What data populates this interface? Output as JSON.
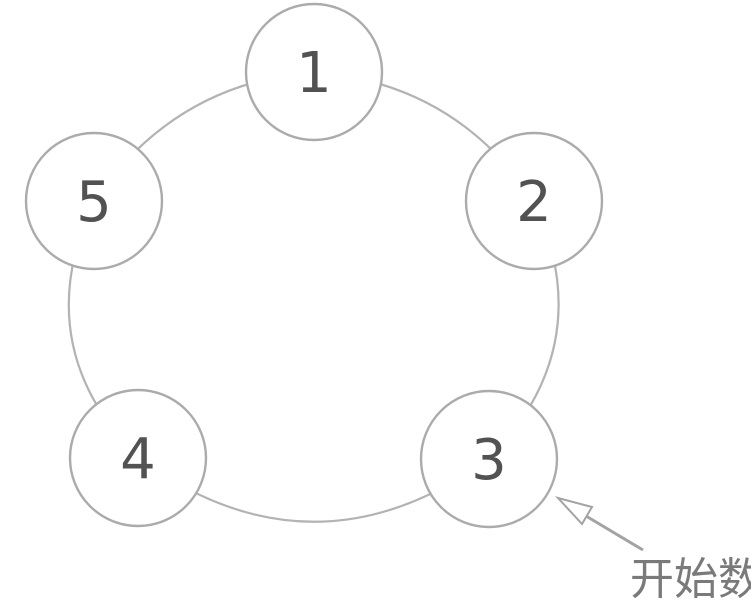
{
  "diagram": {
    "nodes": [
      {
        "label": "1"
      },
      {
        "label": "2"
      },
      {
        "label": "3"
      },
      {
        "label": "4"
      },
      {
        "label": "5"
      }
    ],
    "annotation": {
      "label": "开始数",
      "points_to_node": "3"
    }
  },
  "colors": {
    "background": "#ffffff",
    "ring-stroke": "#b3b3b3",
    "node-stroke": "#ababab",
    "node-fill": "#ffffff",
    "node-text": "#525252",
    "arrow": "#a3a3a3",
    "annotation-text": "#7a7a7a"
  }
}
